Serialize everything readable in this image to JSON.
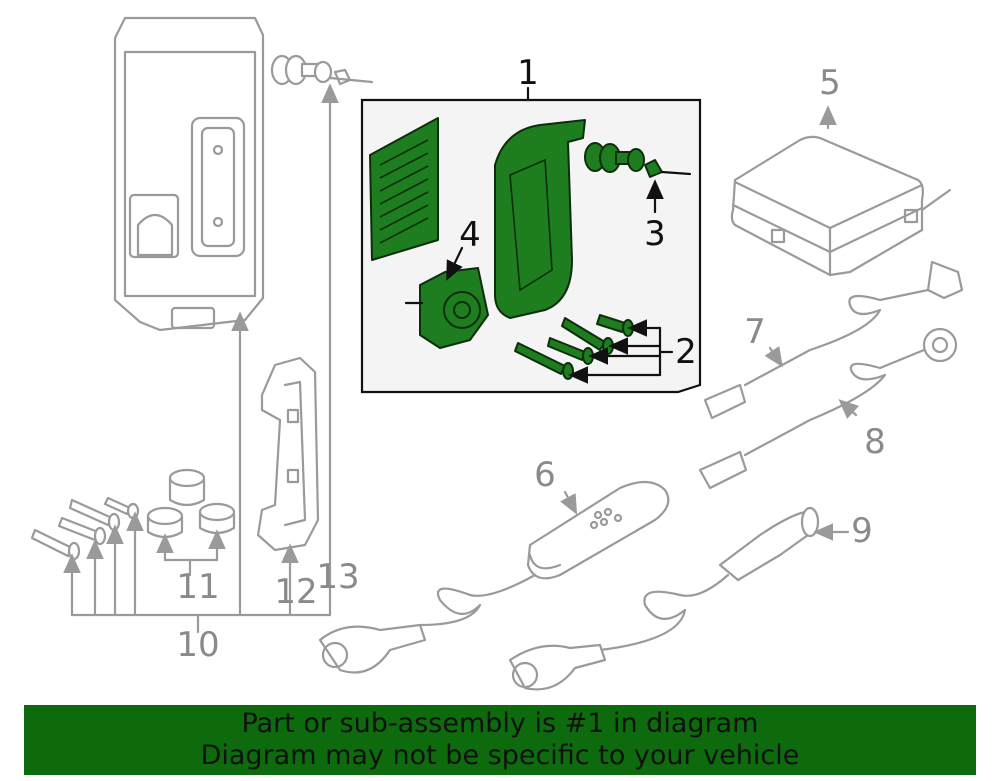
{
  "callouts": {
    "c1": "1",
    "c2": "2",
    "c3": "3",
    "c4": "4",
    "c5": "5",
    "c6": "6",
    "c7": "7",
    "c8": "8",
    "c9": "9",
    "c10": "10",
    "c11": "11",
    "c12": "12",
    "c13": "13"
  },
  "banner": {
    "line1": "Part or sub-assembly is #1 in diagram",
    "line2": "Diagram may not be specific to your vehicle"
  },
  "colors": {
    "highlight": "#1e7d1e",
    "banner": "#0d6b0d",
    "line_grey": "#9a9a9a"
  }
}
